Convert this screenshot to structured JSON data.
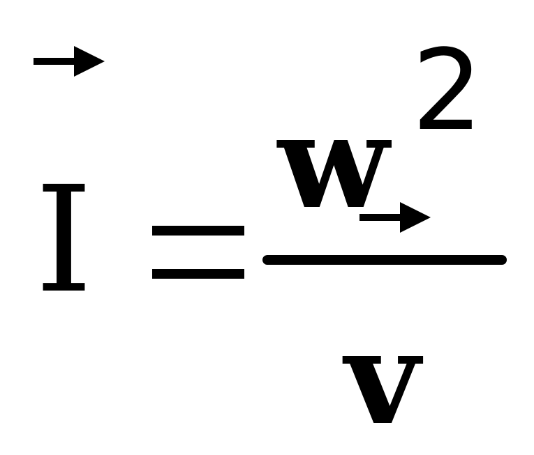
{
  "equation": {
    "lhs": "I",
    "numerator_base": "w",
    "numerator_exponent": "2",
    "denominator": "v",
    "color": "#000000"
  }
}
